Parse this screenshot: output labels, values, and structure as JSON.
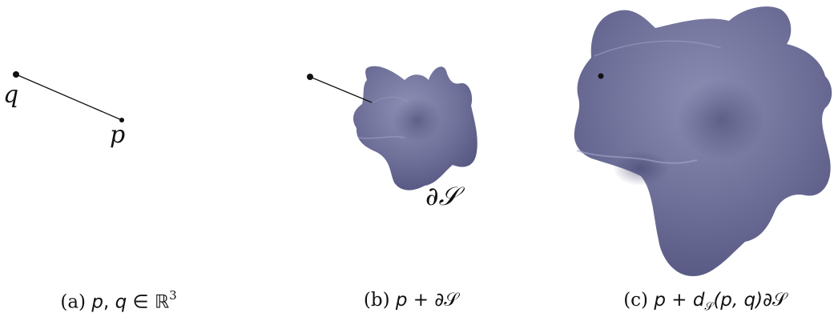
{
  "panels": {
    "a": {
      "point_q_label": "q",
      "point_p_label": "p",
      "caption": {
        "tag": "(a)",
        "p": "p",
        "comma": ",",
        "q": "q",
        "in": "∈",
        "R": "ℝ",
        "exp": "3"
      }
    },
    "b": {
      "surface_label": "∂𝒮",
      "caption": {
        "tag": "(b)",
        "p": "p",
        "plus": "+",
        "dS": "∂𝒮"
      }
    },
    "c": {
      "caption": {
        "tag": "(c)",
        "p": "p",
        "plus": "+",
        "d": "d",
        "sub": "𝒮",
        "args": "(p, q)",
        "dS": "∂𝒮"
      }
    }
  },
  "colors": {
    "surface": "#6e6f97",
    "surface_dark": "#4e4f7a",
    "ink": "#111111"
  }
}
